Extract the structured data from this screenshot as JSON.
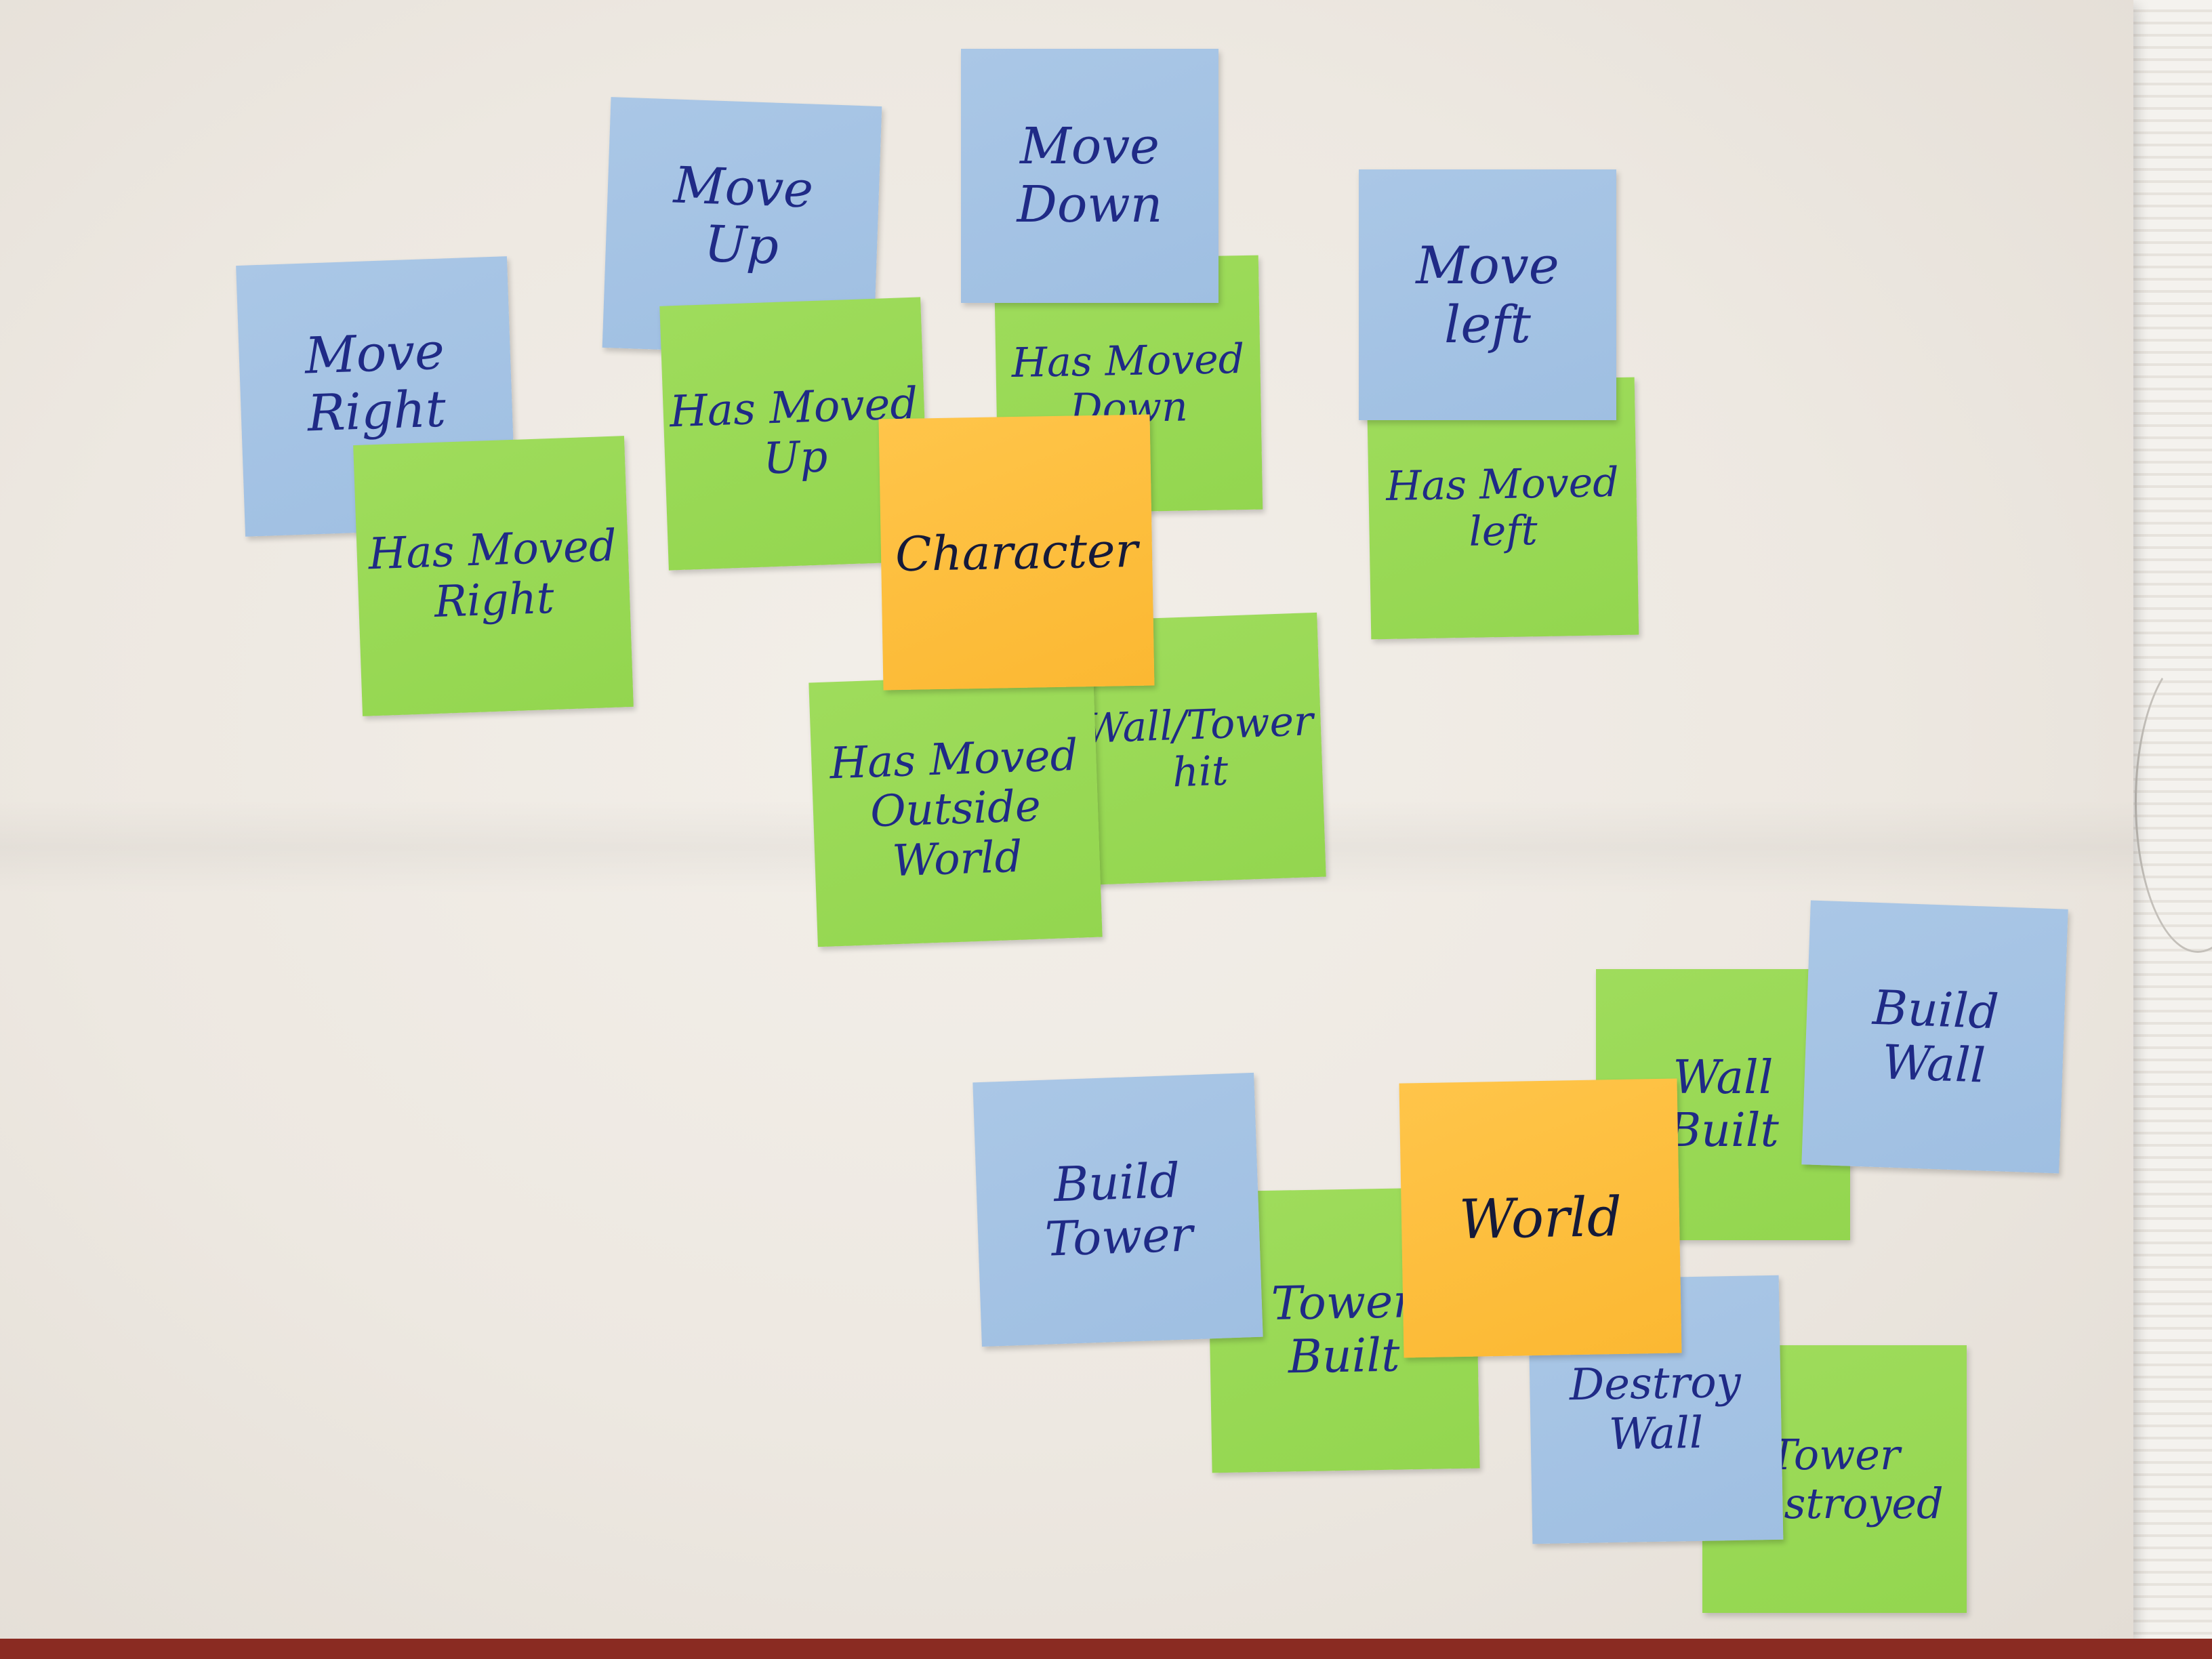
{
  "notes": {
    "move_right": "Move\nRight",
    "move_up": "Move\nUp",
    "move_down": "Move\nDown",
    "move_left": "Move\nleft",
    "has_moved_right": "Has Moved\nRight",
    "has_moved_up": "Has Moved\nUp",
    "has_moved_down": "Has Moved\nDown",
    "has_moved_left": "Has Moved\nleft",
    "character": "Character",
    "has_moved_outside_world": "Has Moved\nOutside\nWorld",
    "wall_tower_hit": "Wall/Tower\nhit",
    "build_tower": "Build\nTower",
    "tower_built": "Tower\nBuilt",
    "world": "World",
    "wall_built": "Wall\nBuilt",
    "build_wall": "Build\nWall",
    "destroy_wall": "Destroy\nWall",
    "tower_destroyed": "Tower\nDestroyed"
  }
}
